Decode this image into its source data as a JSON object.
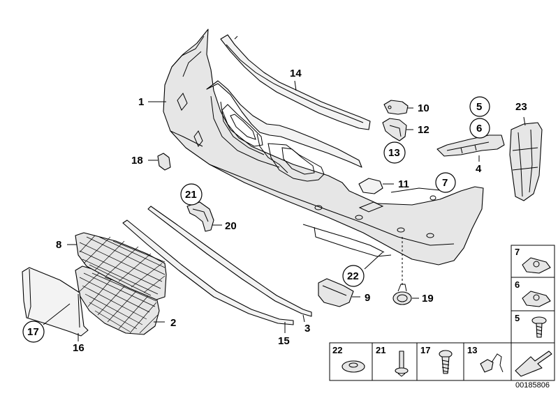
{
  "diagram": {
    "doc_id": "00185806",
    "labels": {
      "l1": "1",
      "l2": "2",
      "l3": "3",
      "l4": "4",
      "l5": "5",
      "l6": "6",
      "l7": "7",
      "l8": "8",
      "l9": "9",
      "l10": "10",
      "l11": "11",
      "l12": "12",
      "l13": "13",
      "l14": "14",
      "l15": "15",
      "l16": "16",
      "l17": "17",
      "l18": "18",
      "l19": "19",
      "l20": "20",
      "l21": "21",
      "l22": "22",
      "l23": "23"
    },
    "legend_right": [
      "7",
      "6",
      "5"
    ],
    "legend_bottom": [
      "22",
      "21",
      "17",
      "13"
    ],
    "colors": {
      "line": "#000000",
      "part_fill": "#e6e6e6",
      "background": "#ffffff"
    }
  }
}
